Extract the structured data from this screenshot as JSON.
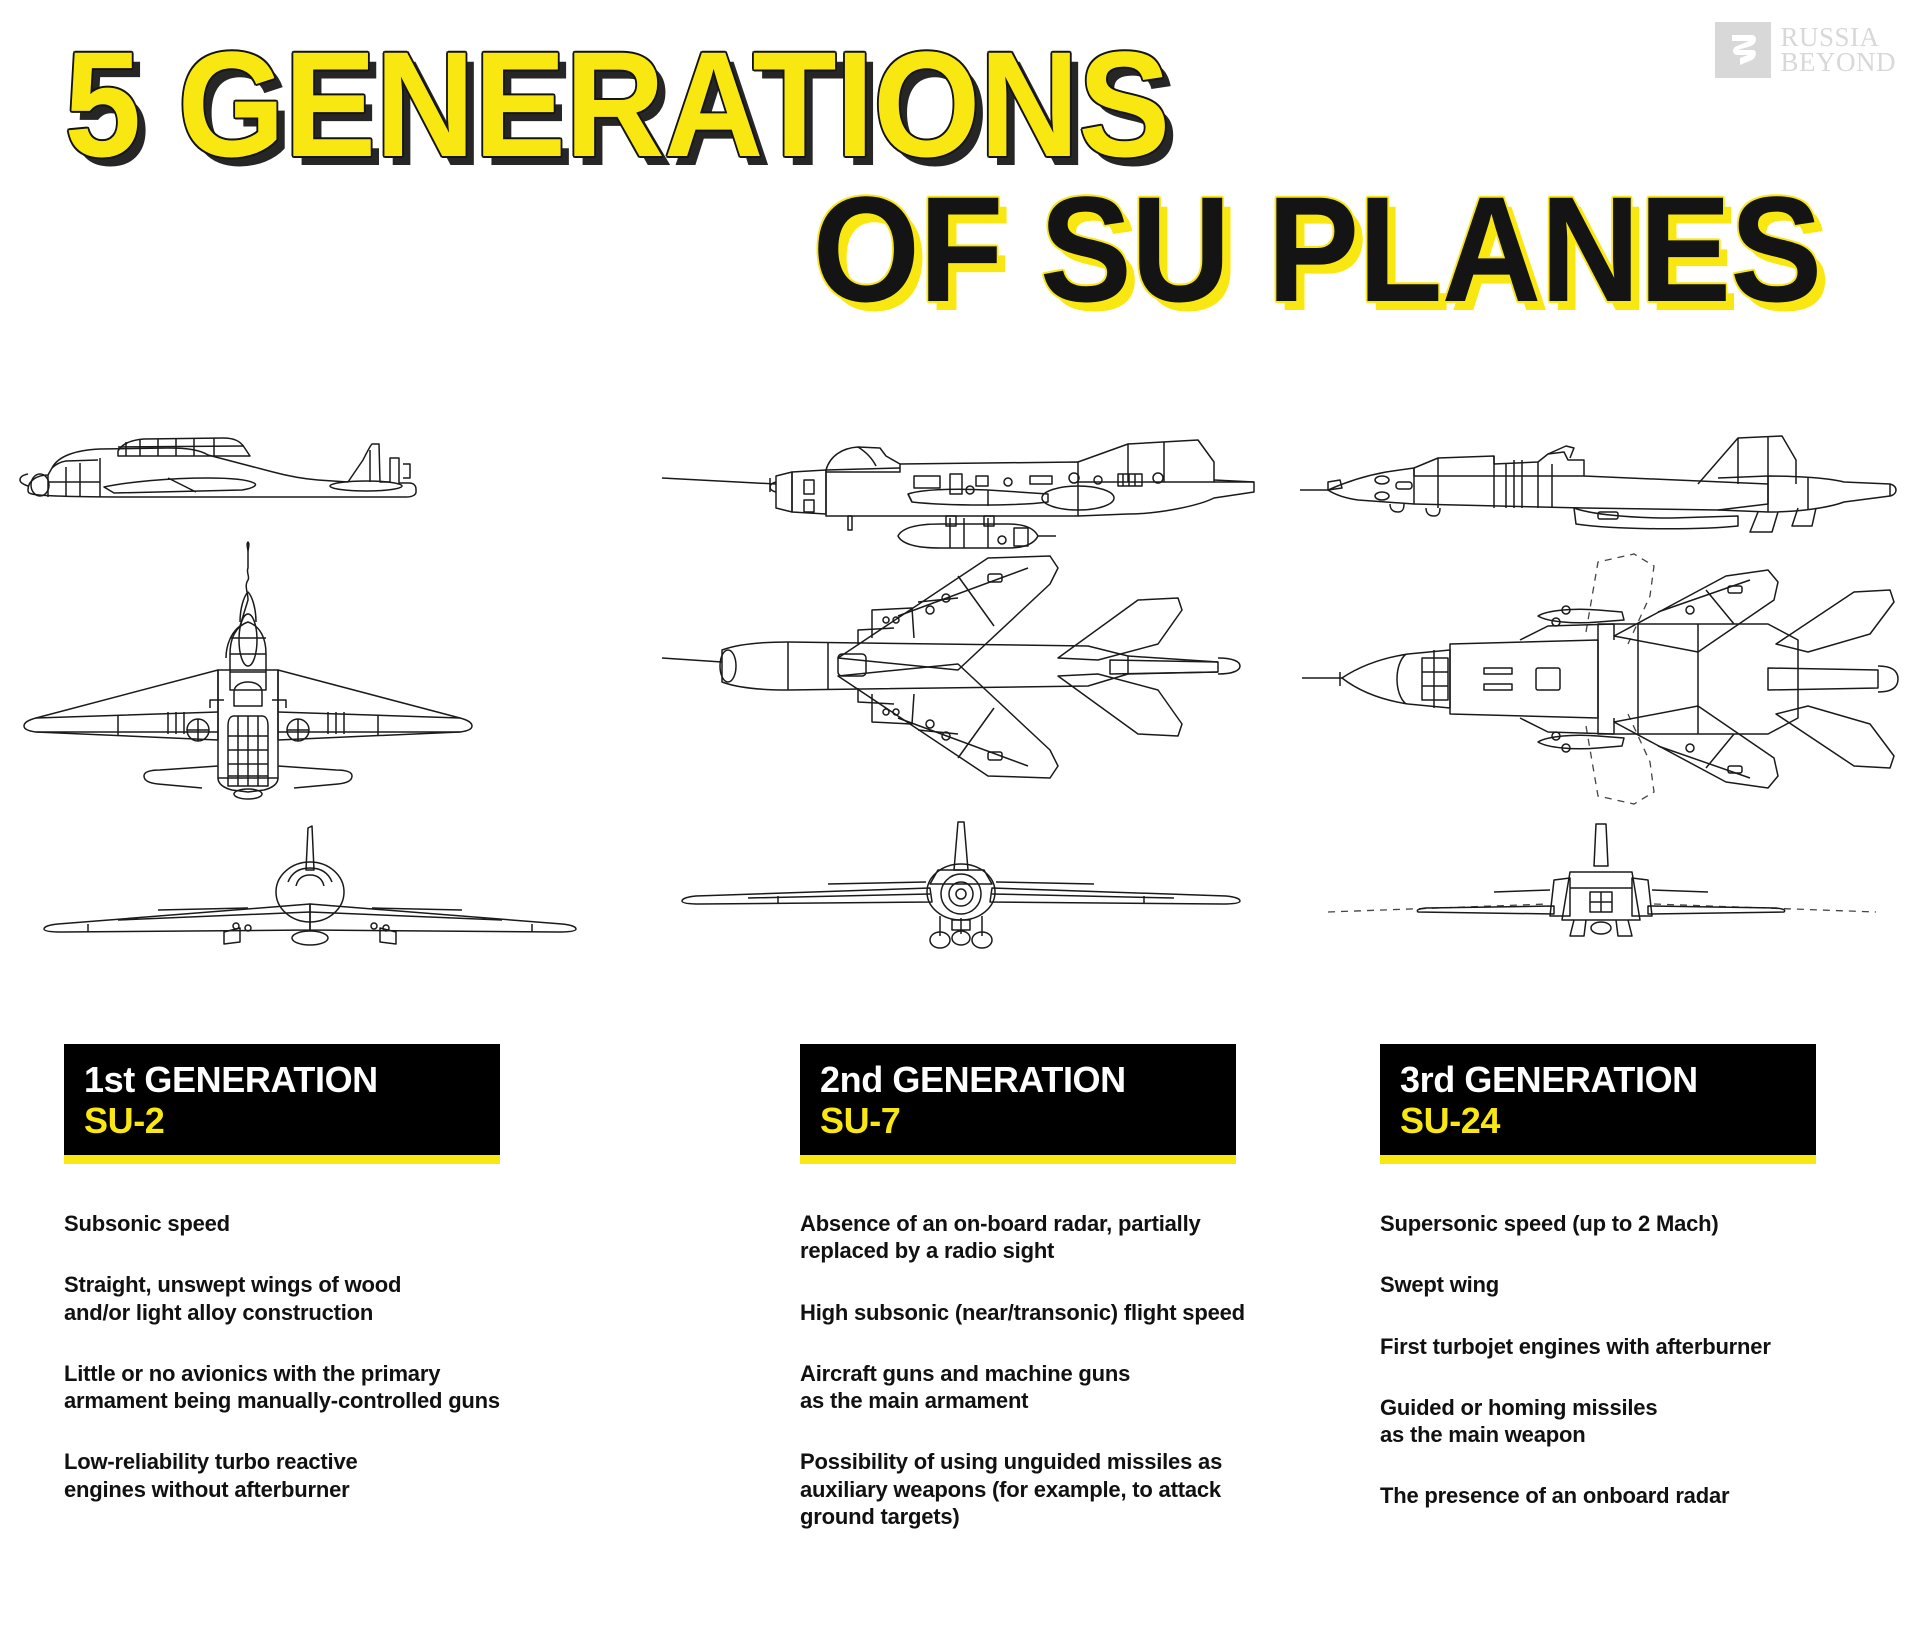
{
  "brand": {
    "logo_line_1": "RUSSIA",
    "logo_line_2": "BEYOND",
    "logo_mark": "r-swoosh-icon"
  },
  "title": {
    "line_1": "5 GENERATIONS",
    "line_2": "OF SU PLANES"
  },
  "colors": {
    "accent_yellow": "#F9E712",
    "ink_black": "#000000",
    "background": "#FFFFFF",
    "logo_gray": "#D8D8D8"
  },
  "columns": [
    {
      "generation_label": "1st GENERATION",
      "model": "SU-2",
      "aircraft_views": [
        "side-view",
        "top-view",
        "front-view"
      ],
      "features": [
        "Subsonic speed",
        "Straight, unswept wings of wood\nand/or light alloy construction",
        "Little or no avionics with the primary\narmament being manually-controlled guns",
        "Low-reliability turbo reactive\nengines without afterburner"
      ]
    },
    {
      "generation_label": "2nd GENERATION",
      "model": "SU-7",
      "aircraft_views": [
        "side-view",
        "top-view",
        "front-view"
      ],
      "features": [
        "Absence of an on-board radar, partially\nreplaced by a radio sight",
        "High subsonic (near/transonic) flight speed",
        "Aircraft guns and machine guns\nas the main armament",
        "Possibility of using unguided missiles as\nauxiliary weapons (for example, to attack\nground targets)"
      ]
    },
    {
      "generation_label": "3rd GENERATION",
      "model": "SU-24",
      "aircraft_views": [
        "side-view",
        "top-view",
        "front-view"
      ],
      "features": [
        "Supersonic speed (up to 2 Mach)",
        "Swept wing",
        "First turbojet engines with afterburner",
        "Guided or homing missiles\nas the main weapon",
        " The presence of an onboard radar"
      ]
    }
  ]
}
